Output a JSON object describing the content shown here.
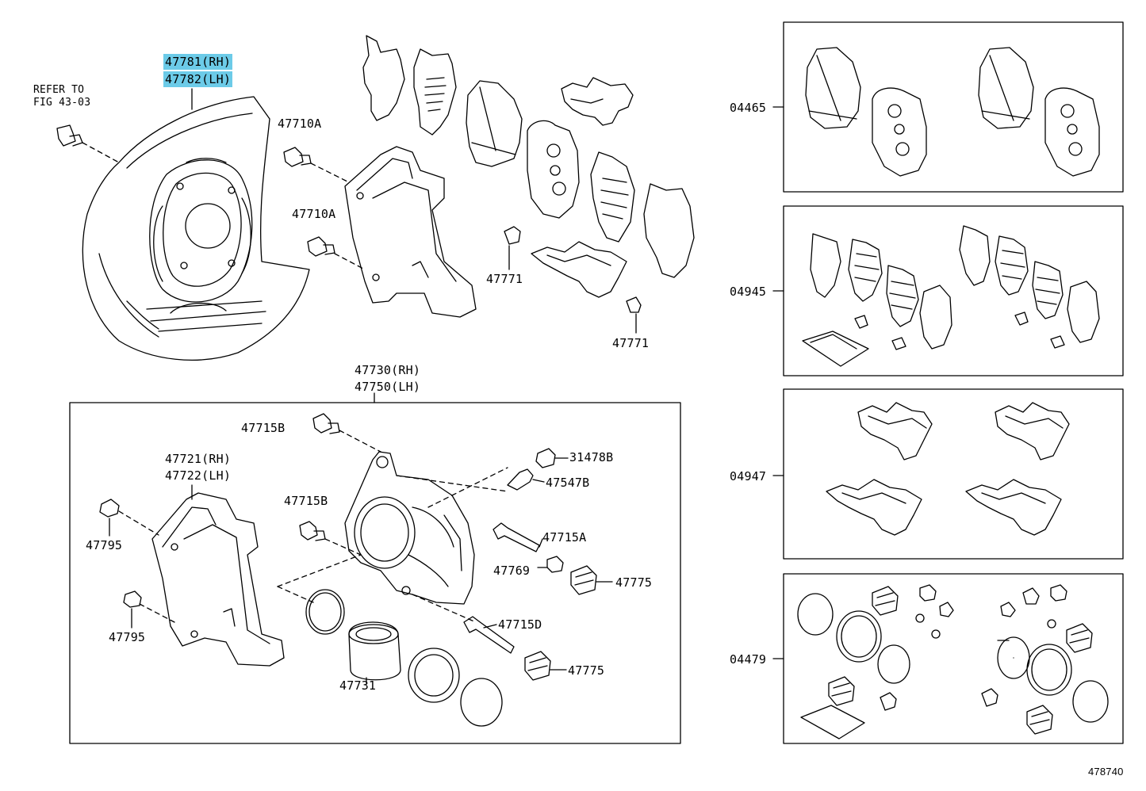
{
  "diagram_id": "478740",
  "labels": {
    "shield_rh": "47781(RH)",
    "shield_lh": "47782(LH)",
    "refer_1": "REFER TO",
    "refer_2": "FIG 43-03",
    "bolt_47710a_1": "47710A",
    "bolt_47710a_2": "47710A",
    "clip_47771_1": "47771",
    "clip_47771_2": "47771",
    "caliper_rh": "47730(RH)",
    "caliper_lh": "47750(LH)",
    "bolt_47715b_1": "47715B",
    "bolt_47715b_2": "47715B",
    "mount_rh": "47721(RH)",
    "mount_lh": "47722(LH)",
    "washer_47795_1": "47795",
    "washer_47795_2": "47795",
    "cap_31478b": "31478B",
    "bleeder_47547b": "47547B",
    "pin_47715a": "47715A",
    "bush_47769": "47769",
    "boot_47775_1": "47775",
    "pin_47715d": "47715D",
    "boot_47775_2": "47775",
    "piston_47731": "47731",
    "kit_04465": "04465",
    "kit_04945": "04945",
    "kit_04947": "04947",
    "kit_04479": "04479"
  }
}
